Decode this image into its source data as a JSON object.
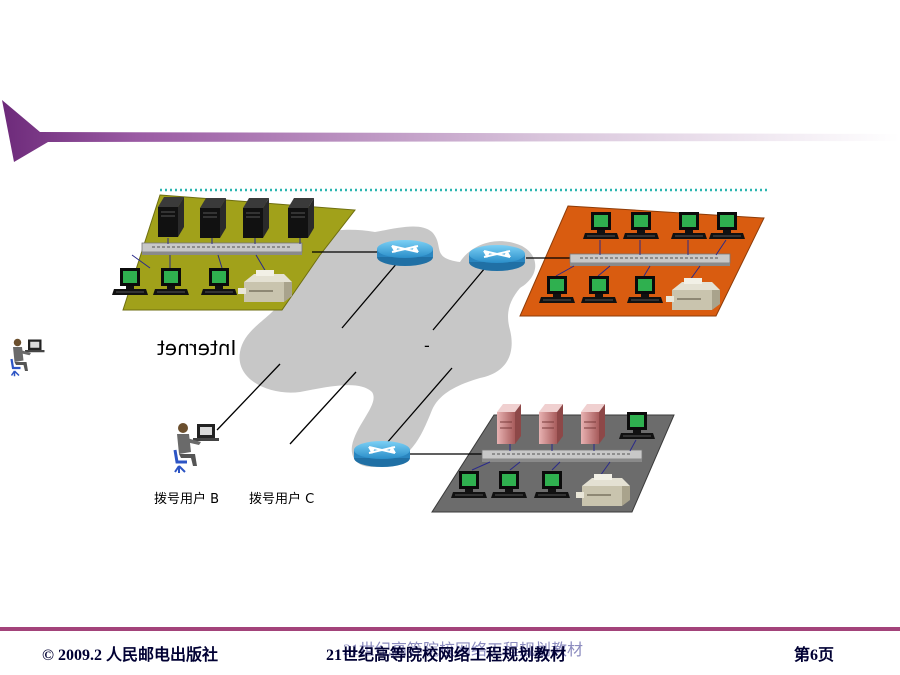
{
  "diagram": {
    "cloud_label": "Internet",
    "cloud_mark": "-",
    "user_b_label": "拨号用户 B",
    "user_c_label": "拨号用户 C"
  },
  "footer": {
    "publisher": "© 2009.2 人民邮电出版社",
    "series_title": "21世纪高等院校网络工程规划教材",
    "page_label": "第6页"
  },
  "colors": {
    "accent_purple": "#7b2c82",
    "footer_rule": "#a3437a",
    "lan_yellow": "#a1a11a",
    "lan_orange": "#d95c10",
    "lan_gray": "#6c6c6c",
    "cloud_gray": "#c7c7c7",
    "router_blue": "#3ba4de",
    "dotted_line": "#2ab5b0"
  },
  "icons": [
    "server-tower-icon",
    "desktop-computer-icon",
    "printer-icon",
    "router-icon",
    "hub-switch-icon",
    "user-at-computer-icon",
    "server-red-icon"
  ]
}
